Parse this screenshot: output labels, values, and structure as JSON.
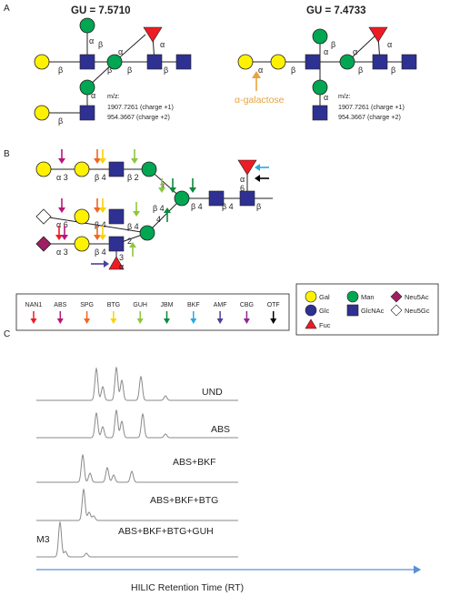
{
  "panel_a": {
    "letter": "A",
    "left": {
      "gu": "GU = 7.5710",
      "mz_title": "m/z:",
      "mz_line1": "1907.7261 (charge +1)",
      "mz_line2": "954.3667 (charge +2)"
    },
    "right": {
      "gu": "GU = 7.4733",
      "annotation": "α-galactose",
      "mz_title": "m/z:",
      "mz_line1": "1907.7261 (charge +1)",
      "mz_line2": "954.3667 (charge +2)"
    }
  },
  "panel_b": {
    "letter": "B",
    "enzymes": [
      {
        "label": "NAN1",
        "color": "#ed1c24"
      },
      {
        "label": "ABS",
        "color": "#b5177a"
      },
      {
        "label": "SPG",
        "color": "#f26522"
      },
      {
        "label": "BTG",
        "color": "#f7d308"
      },
      {
        "label": "GUH",
        "color": "#8dc63f"
      },
      {
        "label": "JBM",
        "color": "#0a8a3c"
      },
      {
        "label": "BKF",
        "color": "#27aae1"
      },
      {
        "label": "AMF",
        "color": "#4b3f9c"
      },
      {
        "label": "CBG",
        "color": "#92278f"
      },
      {
        "label": "OTF",
        "color": "#000000"
      }
    ],
    "symbols": [
      {
        "label": "Gal",
        "icon": "yellow-circle"
      },
      {
        "label": "Man",
        "icon": "green-circle"
      },
      {
        "label": "Neu5Ac",
        "icon": "purple-diamond"
      },
      {
        "label": "Glc",
        "icon": "blue-circle"
      },
      {
        "label": "GlcNAc",
        "icon": "blue-square"
      },
      {
        "label": "Neu5Gc",
        "icon": "white-diamond"
      },
      {
        "label": "Fuc",
        "icon": "red-triangle"
      }
    ]
  },
  "panel_c": {
    "letter": "C",
    "traces": [
      {
        "label": "UND"
      },
      {
        "label": "ABS"
      },
      {
        "label": "ABS+BKF"
      },
      {
        "label": "ABS+BKF+BTG"
      },
      {
        "label": "ABS+BKF+BTG+GUH"
      }
    ],
    "peak_label": "M3",
    "x_axis_label": "HILIC Retention Time (RT)"
  },
  "colors": {
    "gal": "#fff200",
    "man": "#00a651",
    "glcnac": "#2e3192",
    "fuc": "#ed1c24",
    "neu5ac": "#9e1f63",
    "glc": "#2e3192",
    "annotation": "#e8a33d",
    "trace": "#8a8a8a",
    "axis_arrow": "#5b8fd6"
  }
}
